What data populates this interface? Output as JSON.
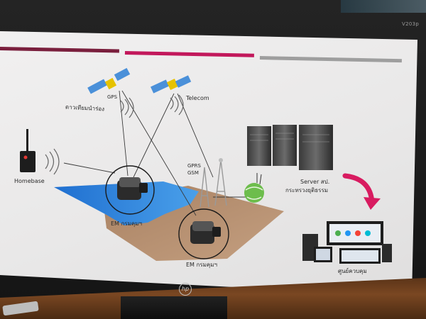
{
  "monitor": {
    "model": "V203p",
    "logo_icon": "hp-logo-icon"
  },
  "slide": {
    "header_colors": [
      "#7a1f3d",
      "#c2185b",
      "#9e9e9e"
    ],
    "labels": {
      "gps": "GPS",
      "nav_satellite": "ดาวเทียมนำร่อง",
      "telecom": "Telecom",
      "gprs": "GPRS",
      "gsm": "GSM",
      "homebase": "Homebase",
      "em_1": "EM กรมคุมฯ",
      "em_2": "EM กรมคุมฯ",
      "server": "Server สป.",
      "ministry": "กระทรวงยุติธรรม",
      "control_center": "ศูนย์ควบคุม"
    },
    "colors": {
      "water": "#2f7fd6",
      "land": "#b08a68",
      "arrow": "#d81b60"
    }
  }
}
